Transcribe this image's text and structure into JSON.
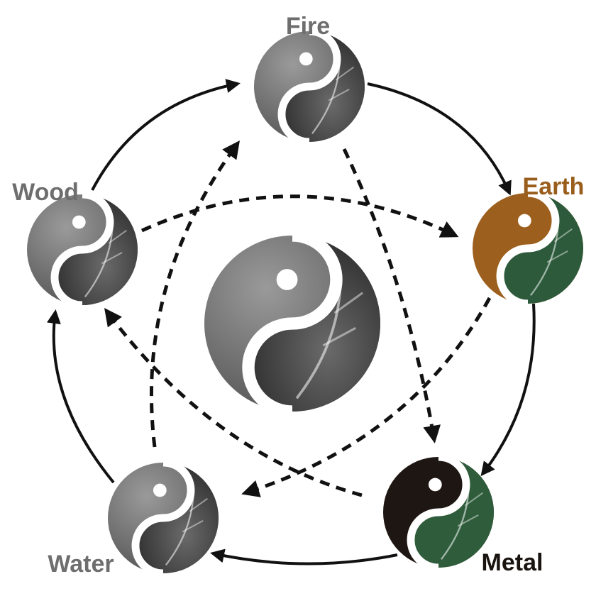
{
  "colors": {
    "background": "#ffffff",
    "arrow": "#111111",
    "label_default": "#6e6e6e",
    "label_earth": "#9a5e1c",
    "label_metal": "#1a1410",
    "grey_light": "#7b7b7b",
    "grey_dark": "#3e3e3e",
    "earth_light": "#9c5f1d",
    "earth_dark": "#2c5a3a",
    "metal_light": "#1e1612",
    "metal_dark": "#2f5d3c"
  },
  "elements": {
    "fire": {
      "label": "Fire"
    },
    "earth": {
      "label": "Earth"
    },
    "metal": {
      "label": "Metal"
    },
    "water": {
      "label": "Water"
    },
    "wood": {
      "label": "Wood"
    }
  },
  "icons": {
    "element_symbol": "yin-yang-leaf-icon",
    "generating_arrow": "solid-arrow",
    "controlling_arrow": "dashed-arrow"
  }
}
